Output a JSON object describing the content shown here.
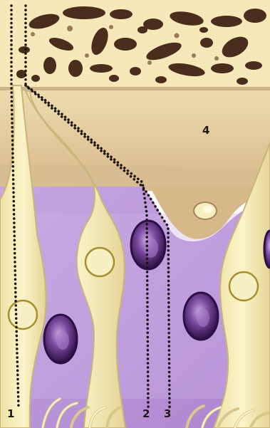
{
  "labels": {
    "one": "1",
    "two": "2",
    "three": "3",
    "four": "4"
  },
  "colors": {
    "bone_bg": "#f6e8b8",
    "bone_spot": "#4a3020",
    "band_tan": "#e2c89c",
    "band_brown": "#a8835a",
    "epithelium_violet": "#b98fd6",
    "epithelium_light": "#cdb1e6",
    "cell_cream": "#f6eebb",
    "cell_edge": "#c9b77c",
    "nucleus_ring": "#a6902a",
    "red_cell_dark": "#3a1656",
    "red_cell_mid": "#7a4a9e",
    "dots": "#1a120d"
  }
}
